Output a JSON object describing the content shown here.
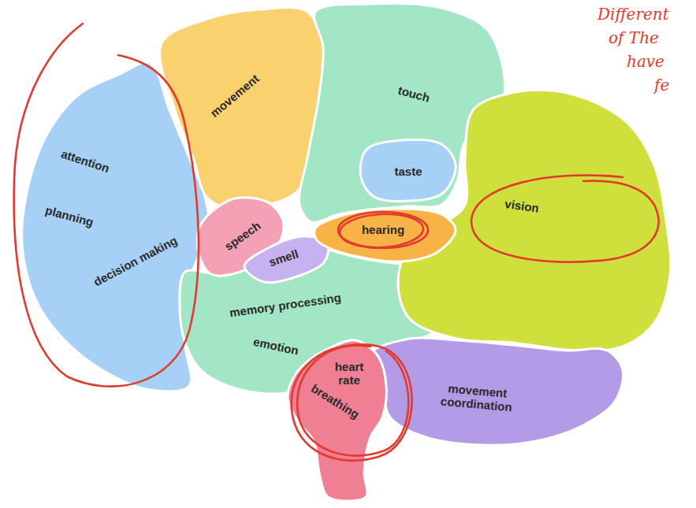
{
  "diagram": {
    "nodes": [
      {
        "text": [
          "movement"
        ]
      },
      {
        "text": [
          "touch"
        ]
      },
      {
        "text": [
          "attention",
          "planning",
          "decision making"
        ]
      },
      {
        "text": [
          "taste"
        ]
      },
      {
        "text": [
          "vision"
        ]
      },
      {
        "text": [
          "speech"
        ]
      },
      {
        "text": [
          "smell"
        ]
      },
      {
        "text": [
          "hearing"
        ]
      },
      {
        "text": [
          "memory processing",
          "emotion"
        ]
      },
      {
        "text": [
          "heart rate",
          "breathing"
        ]
      },
      {
        "text": [
          "movement coordination"
        ]
      }
    ],
    "labels": [
      "Different",
      "of The",
      "have",
      "fe"
    ]
  }
}
